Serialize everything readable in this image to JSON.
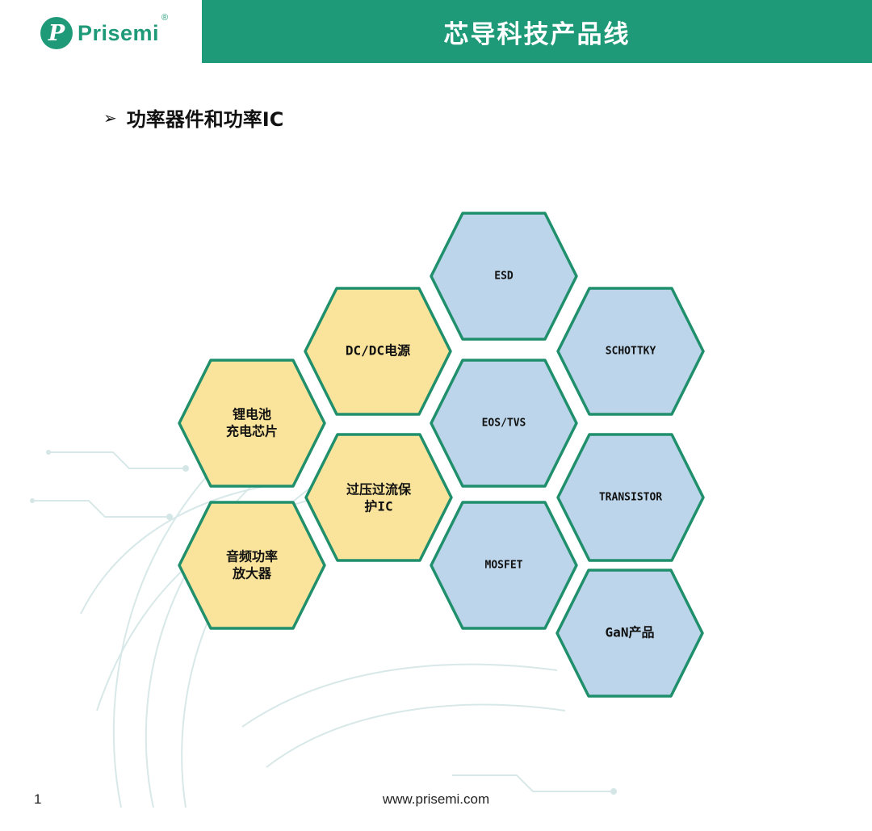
{
  "header": {
    "logo_mark": "P",
    "logo_text": "Prisemi",
    "logo_registered": "®",
    "title": "芯导科技产品线"
  },
  "section": {
    "arrow": "➢",
    "title": "功率器件和功率IC"
  },
  "colors": {
    "brand_green": "#1f9a78",
    "hex_yellow": "#fae39a",
    "hex_blue": "#bcd5ea",
    "hex_border": "#1f8f6c"
  },
  "hexagons": [
    {
      "id": "esd",
      "lines": [
        "ESD"
      ],
      "color": "blue"
    },
    {
      "id": "dcdc",
      "lines": [
        "DC/DC电源"
      ],
      "color": "yellow"
    },
    {
      "id": "schottky",
      "lines": [
        "SCHOTTKY"
      ],
      "color": "blue"
    },
    {
      "id": "li-battery",
      "lines": [
        "锂电池",
        "充电芯片"
      ],
      "color": "yellow"
    },
    {
      "id": "eos-tvs",
      "lines": [
        "EOS/TVS"
      ],
      "color": "blue"
    },
    {
      "id": "ovp",
      "lines": [
        "过压过流保",
        "护IC"
      ],
      "color": "yellow"
    },
    {
      "id": "transistor",
      "lines": [
        "TRANSISTOR"
      ],
      "color": "blue"
    },
    {
      "id": "audio-amp",
      "lines": [
        "音频功率",
        "放大器"
      ],
      "color": "yellow"
    },
    {
      "id": "mosfet",
      "lines": [
        "MOSFET"
      ],
      "color": "blue"
    },
    {
      "id": "gan",
      "lines": [
        "GaN产品"
      ],
      "color": "blue"
    }
  ],
  "footer": {
    "page_number": "1",
    "url": "www.prisemi.com"
  }
}
